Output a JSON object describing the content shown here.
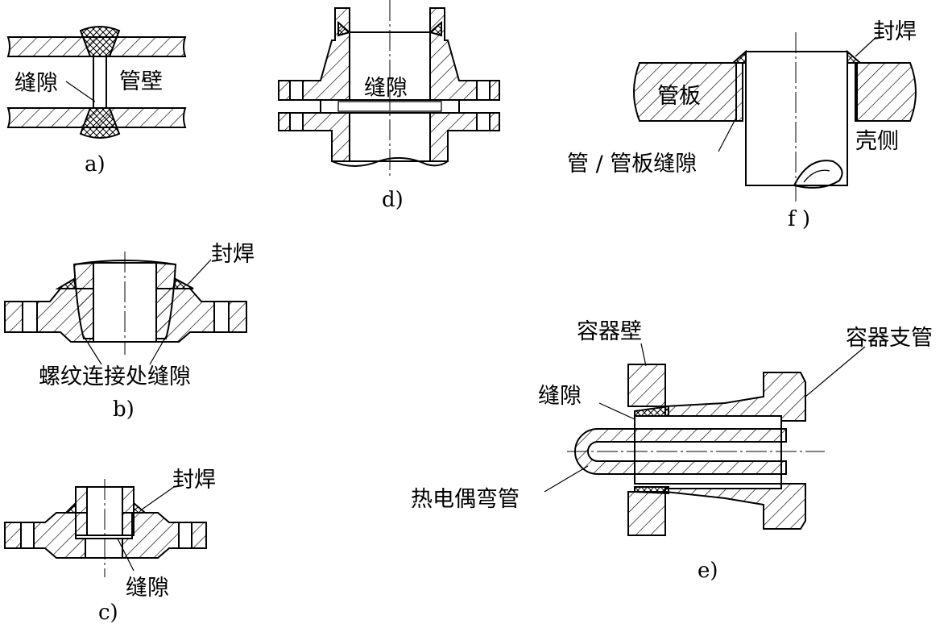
{
  "labels": {
    "a_gap": "缝隙",
    "a_wall": "管壁",
    "a_caption": "a)",
    "b_seal": "封焊",
    "b_thread_gap": "螺纹连接处缝隙",
    "b_caption": "b)",
    "c_seal": "封焊",
    "c_gap": "缝隙",
    "c_caption": "c)",
    "d_gap": "缝隙",
    "d_caption": "d)",
    "e_vessel_wall": "容器壁",
    "e_branch": "容器支管",
    "e_gap": "缝隙",
    "e_thermocouple": "热电偶弯管",
    "e_caption": "e)",
    "f_seal": "封焊",
    "f_tubesheet": "管板",
    "f_shell": "壳侧",
    "f_tube_gap": "管 / 管板缝隙",
    "f_caption": "f )"
  },
  "colors": {
    "line": "#000000",
    "background": "#ffffff"
  }
}
